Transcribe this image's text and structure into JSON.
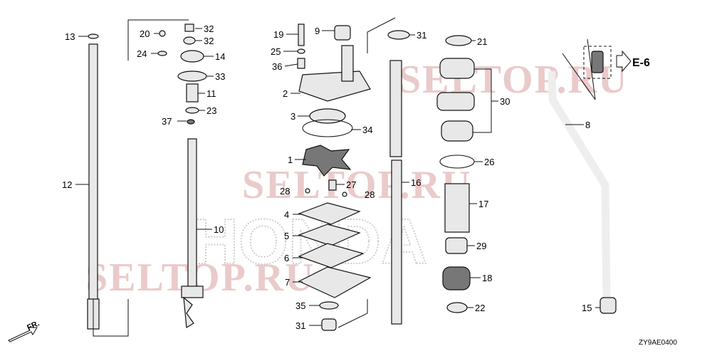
{
  "diagram": {
    "part_labels": {
      "p13": "13",
      "p20": "20",
      "p24": "24",
      "p32a": "32",
      "p32b": "32",
      "p14": "14",
      "p33": "33",
      "p11": "11",
      "p23": "23",
      "p37": "37",
      "p12": "12",
      "p10": "10",
      "p19": "19",
      "p9": "9",
      "p25": "25",
      "p36": "36",
      "p2": "2",
      "p3": "3",
      "p34": "34",
      "p1": "1",
      "p28a": "28",
      "p27": "27",
      "p28b": "28",
      "p4": "4",
      "p5": "5",
      "p6": "6",
      "p7": "7",
      "p35": "35",
      "p31a": "31",
      "p31b": "31",
      "p16": "16",
      "p21": "21",
      "p30": "30",
      "p26": "26",
      "p17": "17",
      "p29": "29",
      "p18": "18",
      "p22": "22",
      "p8": "8",
      "p15": "15"
    },
    "reference": "E-6",
    "front_marker": "FR.",
    "diagram_code": "ZY9AE0400",
    "watermarks": {
      "seltop": "SELTOP.RU",
      "honda": "HONDA"
    }
  }
}
